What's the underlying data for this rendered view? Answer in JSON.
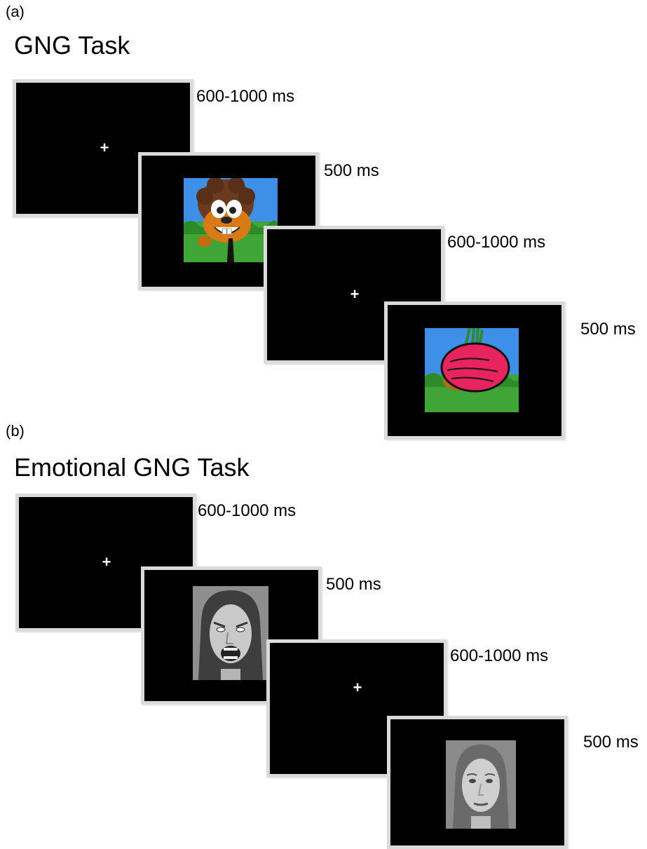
{
  "panel_a": {
    "label": "(a)",
    "title": "GNG Task",
    "timings": [
      "600-1000 ms",
      "500 ms",
      "600-1000 ms",
      "500 ms"
    ],
    "fixation": "+"
  },
  "panel_b": {
    "label": "(b)",
    "title": "Emotional GNG Task",
    "timings": [
      "600-1000 ms",
      "500 ms",
      "600-1000 ms",
      "500 ms"
    ],
    "fixation": "+"
  },
  "colors": {
    "screen": "#000000",
    "frame": "#dadada",
    "sky": "#3d8fe8",
    "grass": "#3fa537",
    "gopher": "#d97a14",
    "beet": "#e8245e"
  },
  "icons": [
    "fixation-cross",
    "gopher-go-stimulus",
    "beet-nogo-stimulus",
    "angry-face-stimulus",
    "neutral-face-stimulus"
  ]
}
